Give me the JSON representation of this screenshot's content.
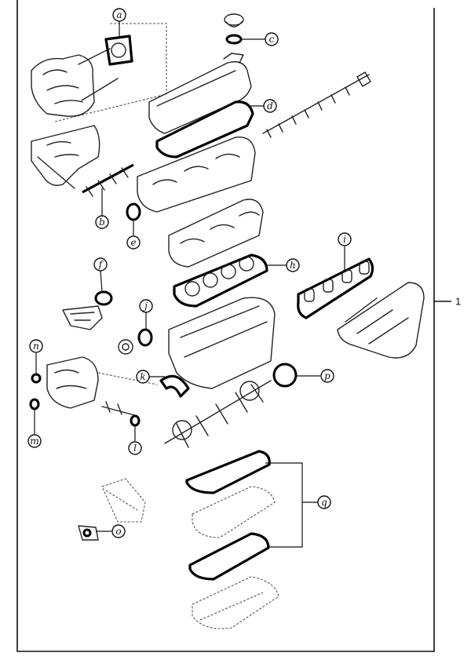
{
  "diagram": {
    "callouts": [
      {
        "id": "a",
        "text": "a"
      },
      {
        "id": "b",
        "text": "b"
      },
      {
        "id": "c",
        "text": "c"
      },
      {
        "id": "d",
        "text": "d"
      },
      {
        "id": "e",
        "text": "e"
      },
      {
        "id": "f",
        "text": "f"
      },
      {
        "id": "h",
        "text": "h"
      },
      {
        "id": "i",
        "text": "i"
      },
      {
        "id": "j",
        "text": "j"
      },
      {
        "id": "k",
        "text": "k"
      },
      {
        "id": "l",
        "text": "l"
      },
      {
        "id": "m",
        "text": "m"
      },
      {
        "id": "n",
        "text": "n"
      },
      {
        "id": "o",
        "text": "o"
      },
      {
        "id": "p",
        "text": "p"
      },
      {
        "id": "q",
        "text": "q"
      }
    ],
    "assembly_ref": "1"
  }
}
